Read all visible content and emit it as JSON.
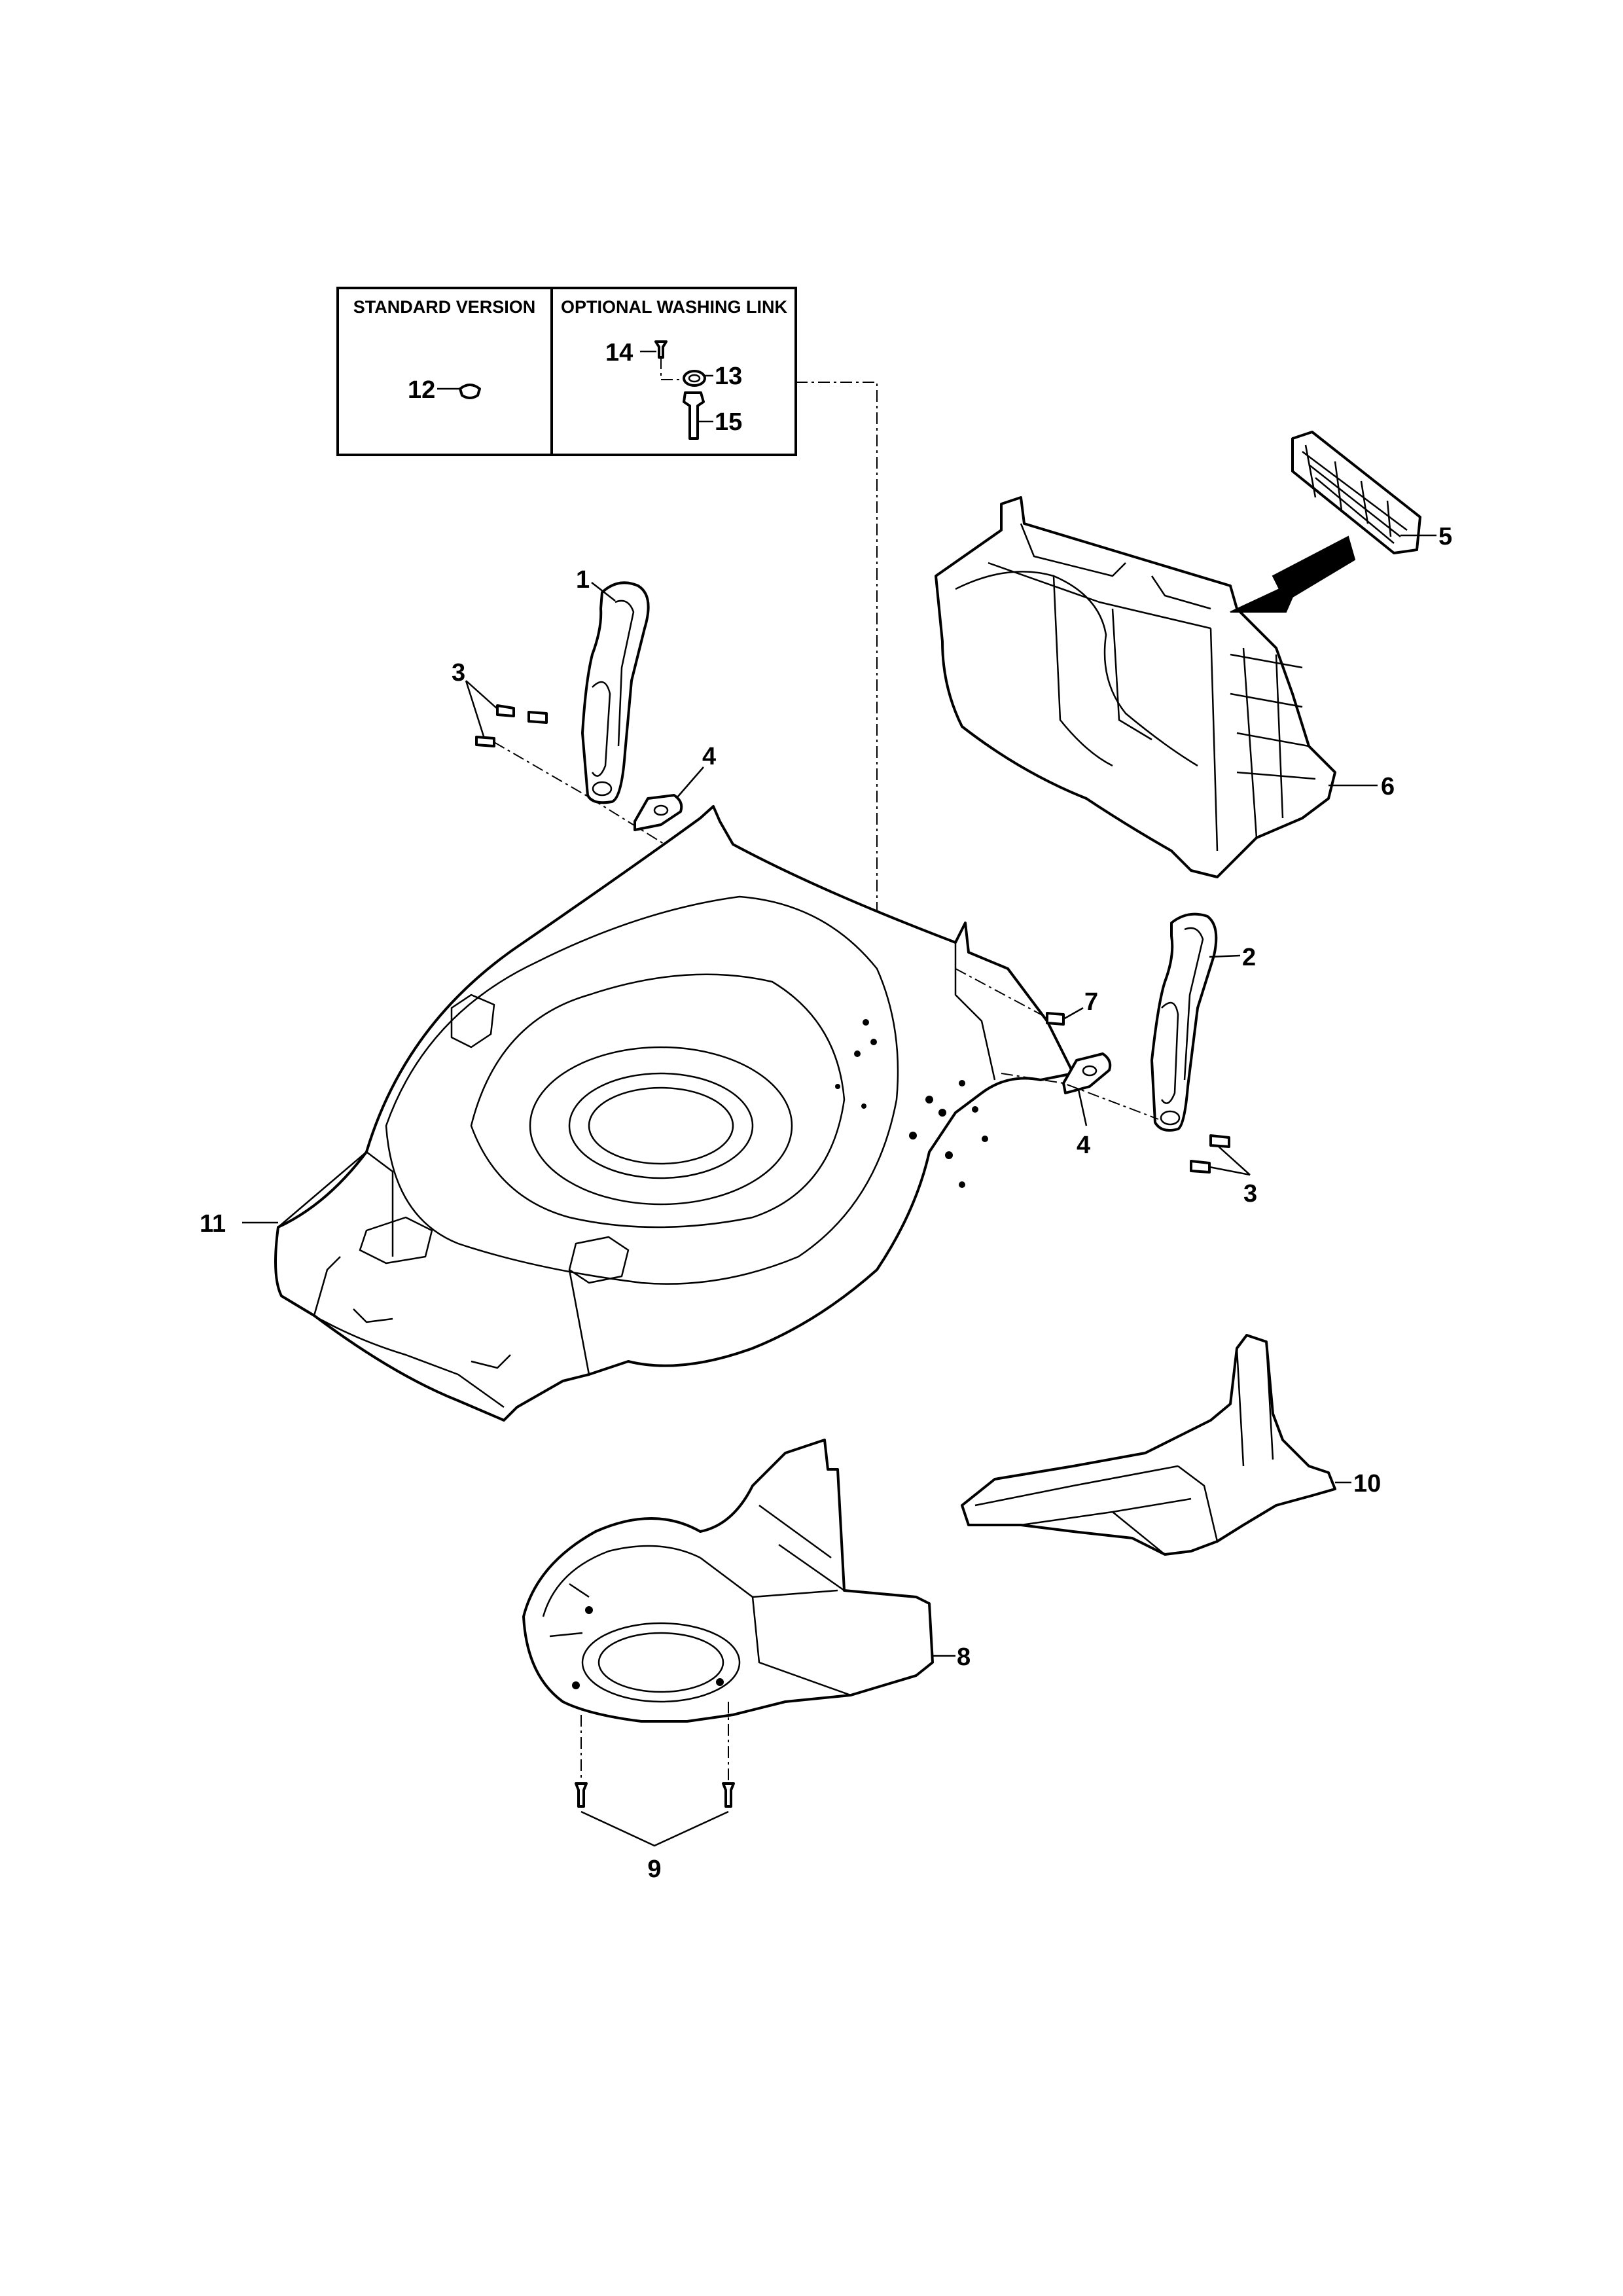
{
  "inset": {
    "standard_version": {
      "header": "STANDARD VERSION",
      "parts": [
        "12"
      ]
    },
    "optional_washing_link": {
      "header": "OPTIONAL WASHING LINK",
      "parts": [
        "14",
        "13",
        "15"
      ]
    }
  },
  "callouts": {
    "p1": "1",
    "p2": "2",
    "p3a": "3",
    "p3b": "3",
    "p4a": "4",
    "p4b": "4",
    "p5": "5",
    "p6": "6",
    "p7": "7",
    "p8": "8",
    "p9": "9",
    "p10": "10",
    "p11": "11",
    "p12": "12",
    "p13": "13",
    "p14": "14",
    "p15": "15"
  }
}
